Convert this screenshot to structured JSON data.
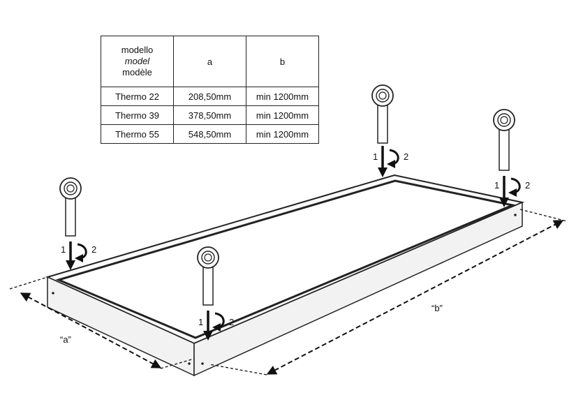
{
  "table": {
    "header": {
      "model_lines": [
        "modello",
        "model",
        "modèle"
      ],
      "a": "a",
      "b": "b"
    },
    "rows": [
      {
        "model": "Thermo 22",
        "a": "208,50mm",
        "b": "min 1200mm"
      },
      {
        "model": "Thermo 39",
        "a": "378,50mm",
        "b": "min 1200mm"
      },
      {
        "model": "Thermo 55",
        "a": "548,50mm",
        "b": "min 1200mm"
      }
    ]
  },
  "diagram": {
    "dimension_a_label": "“a”",
    "dimension_b_label": "“b”",
    "rotation_step_1": "1",
    "rotation_step_2": "2"
  }
}
